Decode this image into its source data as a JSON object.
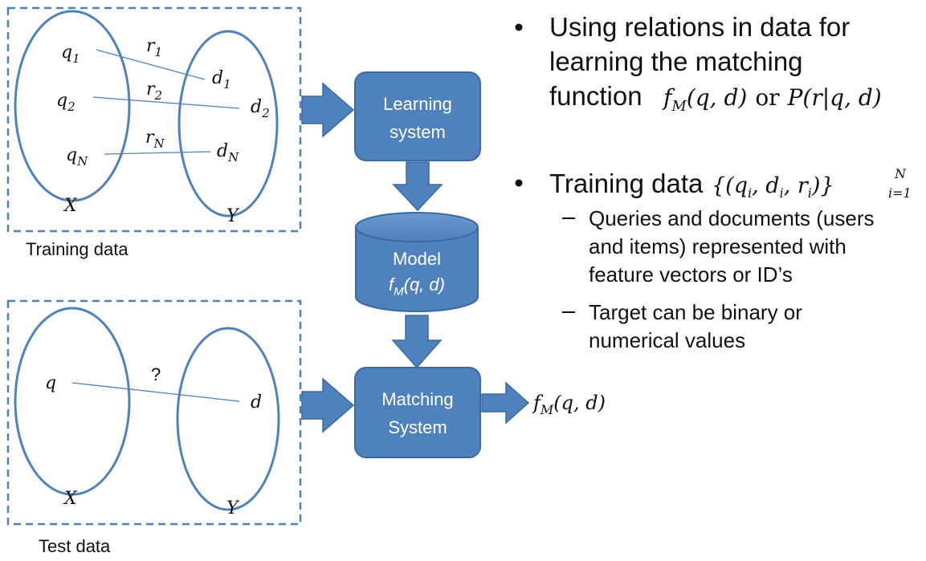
{
  "training": {
    "caption": "Training data",
    "q_labels": [
      {
        "base": "q",
        "sub": "1"
      },
      {
        "base": "q",
        "sub": "2"
      },
      {
        "base": "q",
        "sub": "N"
      }
    ],
    "d_labels": [
      {
        "base": "d",
        "sub": "1"
      },
      {
        "base": "d",
        "sub": "2"
      },
      {
        "base": "d",
        "sub": "N"
      }
    ],
    "r_labels": [
      {
        "base": "r",
        "sub": "1"
      },
      {
        "base": "r",
        "sub": "2"
      },
      {
        "base": "r",
        "sub": "N"
      }
    ],
    "x_label": "X",
    "y_label": "Y"
  },
  "test": {
    "caption": "Test data",
    "q_label": "q",
    "d_label": "d",
    "unknown": "?",
    "x_label": "X",
    "y_label": "Y"
  },
  "blocks": {
    "learning": [
      "Learning",
      "system"
    ],
    "model_title": "Model",
    "model_formula": {
      "f": "f",
      "sub": "M",
      "args": "(q, d)"
    },
    "matching": [
      "Matching",
      "System"
    ]
  },
  "output": {
    "f": "f",
    "sub": "M",
    "args": "(q, d)"
  },
  "bullets": {
    "b1_lines": [
      "Using relations in data for",
      "learning the matching",
      "function"
    ],
    "b1_math": {
      "f1": "f",
      "s1": "M",
      "a1": "(q, d)",
      "or": "or",
      "p": "P",
      "a2": "(r|q, d)"
    },
    "b2_text": "Training data",
    "b2_math": {
      "body": "{(q",
      "i1": "i",
      "mid": ", d",
      "i2": "i",
      "mid2": ", r",
      "i3": "i",
      "close": ")}",
      "sup": "N",
      "sub": "i=1"
    },
    "sub_bullets": [
      [
        "Queries and documents (users",
        "and items) represented with",
        "feature vectors or ID’s"
      ],
      [
        "Target can be binary or",
        "numerical values"
      ]
    ]
  },
  "colors": {
    "accent": "#4f81bd",
    "border": "#3a6aa4",
    "text": "#111111"
  }
}
